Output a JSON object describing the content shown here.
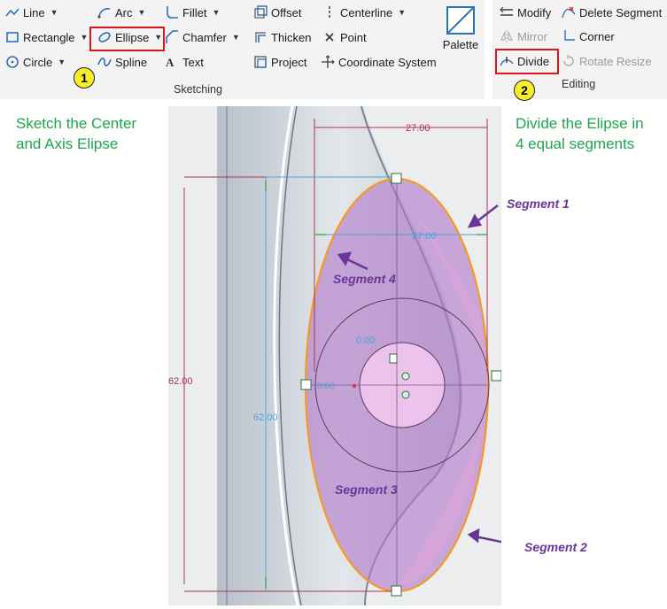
{
  "sketching_group": {
    "label": "Sketching",
    "tools": {
      "line": "Line",
      "arc": "Arc",
      "fillet": "Fillet",
      "offset": "Offset",
      "centerline": "Centerline",
      "rectangle": "Rectangle",
      "ellipse": "Ellipse",
      "chamfer": "Chamfer",
      "thicken": "Thicken",
      "point": "Point",
      "circle": "Circle",
      "spline": "Spline",
      "text": "Text",
      "project": "Project",
      "coordinate_system": "Coordinate System",
      "palette": "Palette"
    }
  },
  "editing_group": {
    "label": "Editing",
    "tools": {
      "modify": "Modify",
      "delete_segment": "Delete Segment",
      "mirror": "Mirror",
      "corner": "Corner",
      "divide": "Divide",
      "rotate_resize": "Rotate Resize"
    }
  },
  "callouts": {
    "step1": "1",
    "step2": "2"
  },
  "notes": {
    "left_line1": "Sketch the Center",
    "left_line2": "and Axis Elipse",
    "right_line1": "Divide the Elipse in",
    "right_line2": "4 equal segments"
  },
  "drawing": {
    "dim_width_top": "27.00",
    "dim_width_inner": "27.00",
    "dim_height_outer": "62.00",
    "dim_height_inner": "62.00",
    "dim_center": "0.00",
    "dim_small": "0.00"
  },
  "segments": {
    "seg1": "Segment 1",
    "seg2": "Segment 2",
    "seg3": "Segment 3",
    "seg4": "Segment 4"
  },
  "colors": {
    "ellipse_outline": "#f59a23",
    "ellipse_fill": "#b279c9",
    "dimension": "#b0334e",
    "highlight_box": "#e01515",
    "note_text": "#1da74a",
    "segment_text": "#6b3597"
  }
}
